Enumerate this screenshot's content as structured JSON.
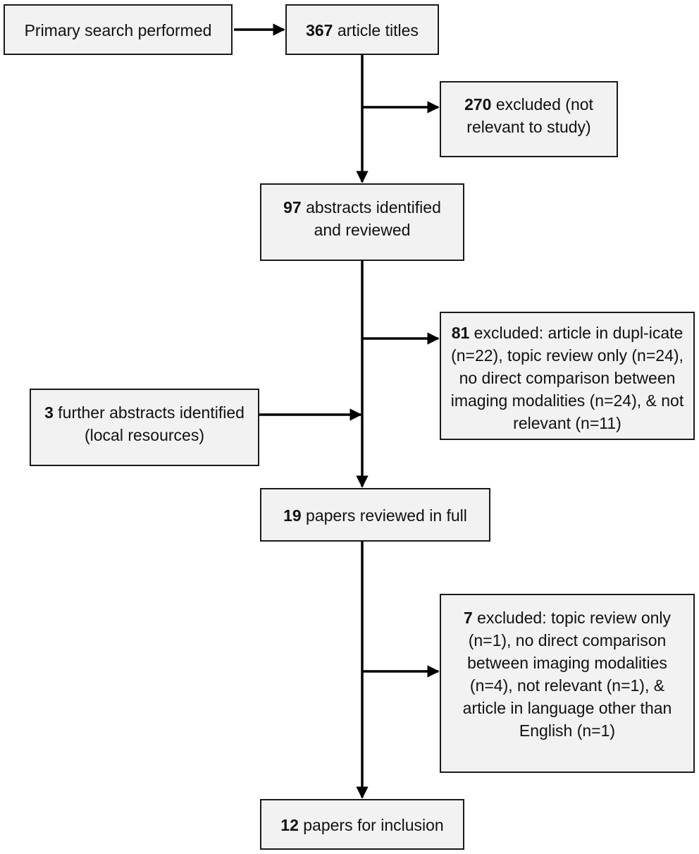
{
  "flow": {
    "primary_search": {
      "text": "Primary search performed"
    },
    "article_titles": {
      "count": "367",
      "text": " article titles"
    },
    "excluded_titles": {
      "count": "270",
      "text": " excluded (not relevant to study)"
    },
    "abstracts": {
      "count": "97",
      "text": " abstracts identified and reviewed"
    },
    "excluded_abstracts": {
      "count": "81",
      "text": " excluded: article in dupl-icate (n=22), topic review only (n=24), no direct comparison between imaging modalities (n=24), & not relevant (n=11)"
    },
    "further_abstracts": {
      "count": "3",
      "text": " further abstracts identified (local resources)"
    },
    "full_review": {
      "count": "19",
      "text": " papers reviewed in full"
    },
    "excluded_full": {
      "count": "7",
      "text": " excluded: topic review only (n=1), no direct comparison between imaging modalities (n=4), not relevant (n=1), & article in language other than English (n=1)"
    },
    "inclusion": {
      "count": "12",
      "text": " papers for inclusion"
    }
  },
  "colors": {
    "box_fill": "#f2f2f2",
    "box_border": "#1a1a1a",
    "arrow": "#000000"
  }
}
